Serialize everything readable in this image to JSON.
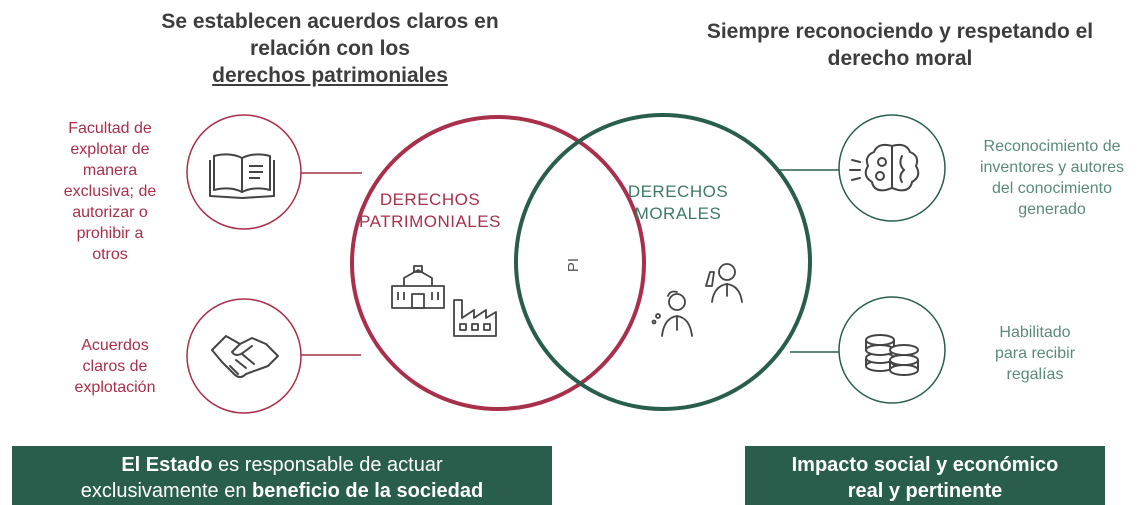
{
  "left_heading": {
    "line1": "Se establecen acuerdos claros en",
    "line2": "relación con los",
    "line3": "derechos patrimoniales"
  },
  "right_heading": {
    "line1": "Siempre reconociendo y respetando el",
    "line2": "derecho moral"
  },
  "left_items": [
    {
      "icon": "book-icon",
      "lines": [
        "Facultad de",
        "explotar de",
        "manera",
        "exclusiva; de",
        "autorizar o",
        "prohibir a",
        "otros"
      ]
    },
    {
      "icon": "handshake-icon",
      "lines": [
        "Acuerdos",
        "claros de",
        "explotación"
      ]
    }
  ],
  "right_items": [
    {
      "icon": "brain-icon",
      "lines": [
        "Reconocimiento de",
        "inventores y autores",
        "del conocimiento",
        "generado"
      ]
    },
    {
      "icon": "coins-icon",
      "lines": [
        "Habilitado",
        "para recibir",
        "regalías"
      ]
    }
  ],
  "venn": {
    "left_label": [
      "DERECHOS",
      "PATRIMONIALES"
    ],
    "right_label": [
      "DERECHOS",
      "MORALES"
    ],
    "center_label": "PI"
  },
  "banners": {
    "left": {
      "bold1": "El Estado",
      "text1": " es responsable de actuar",
      "text2": "exclusivamente en ",
      "bold2": "beneficio de la sociedad"
    },
    "right": {
      "line1": "Impacto social y económico",
      "line2": "real y pertinente"
    }
  },
  "colors": {
    "crimson": "#a8304a",
    "green": "#285e4b",
    "heading": "#3d3d3d"
  }
}
